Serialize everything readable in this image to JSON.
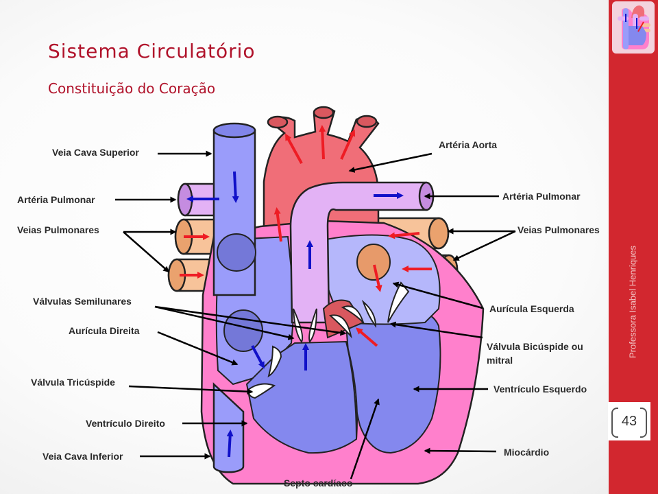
{
  "slide": {
    "title": "Sistema Circulatório",
    "subtitle": "Constituição do Coração",
    "side_text": "Professora Isabel Henriques",
    "page_number": "43"
  },
  "labels": {
    "veia_cava_superior": "Veia Cava Superior",
    "arteria_pulmonar_left": "Artéria Pulmonar",
    "veias_pulmonares_left": "Veias Pulmonares",
    "valvulas_semilunares": "Válvulas Semilunares",
    "auricula_direita": "Aurícula Direita",
    "valvula_tricuspide": "Válvula Tricúspide",
    "ventriculo_direito": "Ventrículo Direito",
    "veia_cava_inferior": "Veia Cava Inferior",
    "septo_cardiaco": "Septo cardíaco",
    "arteria_aorta": "Artéria Aorta",
    "arteria_pulmonar_right": "Artéria Pulmonar",
    "veias_pulmonares_right": "Veias Pulmonares",
    "auricula_esquerda": "Aurícula Esquerda",
    "valvula_bicuspide_line1": "Válvula Bicúspide ou",
    "valvula_bicuspide_line2": "mitral",
    "ventriculo_esquerdo": "Ventrículo Esquerdo",
    "miocardio": "Miocárdio"
  },
  "colors": {
    "sidebar": "#d2272f",
    "title": "#b0122a",
    "myocardium": "#ff80cc",
    "right_heart": "#9a9cfa",
    "aorta": "#f06e78",
    "pulmonary_artery": "#e3b2f5",
    "pulmonary_veins": "#f7c39a",
    "oxygenated_arrow": "#ee1c24",
    "deoxygenated_arrow": "#1010c8"
  }
}
